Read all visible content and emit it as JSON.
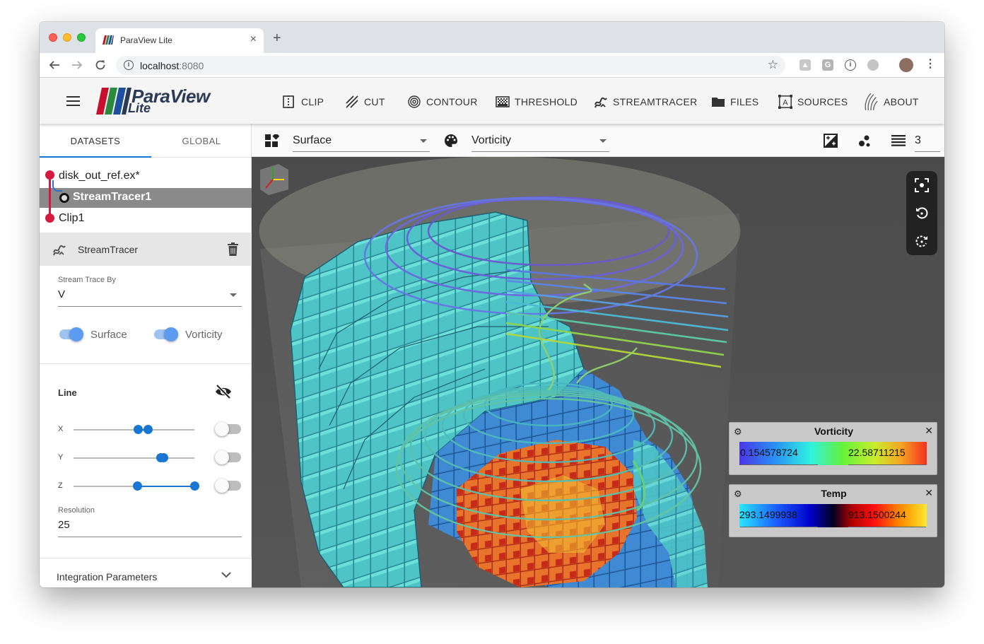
{
  "browser": {
    "tab_title": "ParaView Lite",
    "tab_close": "×",
    "new_tab": "+",
    "url_host": "localhost",
    "url_port": ":8080"
  },
  "app": {
    "logo_text": "ParaView",
    "logo_sub": "Lite",
    "tools": [
      {
        "label": "CLIP",
        "icon": "clip-icon"
      },
      {
        "label": "CUT",
        "icon": "cut-icon"
      },
      {
        "label": "CONTOUR",
        "icon": "contour-icon"
      },
      {
        "label": "THRESHOLD",
        "icon": "threshold-icon"
      },
      {
        "label": "STREAMTRACER",
        "icon": "streamtracer-icon"
      },
      {
        "label": "FILES",
        "icon": "folder-icon"
      },
      {
        "label": "SOURCES",
        "icon": "sources-icon"
      },
      {
        "label": "ABOUT",
        "icon": "paraview-icon"
      }
    ]
  },
  "panel": {
    "tabs": [
      "DATASETS",
      "GLOBAL"
    ],
    "pipeline": {
      "source": "disk_out_ref.ex*",
      "selected": "StreamTracer1",
      "clip": "Clip1"
    },
    "filter": {
      "title": "StreamTracer",
      "stream_trace_by_label": "Stream Trace By",
      "stream_trace_by_value": "V",
      "toggle_surface": "Surface",
      "toggle_vorticity": "Vorticity",
      "line_label": "Line",
      "axis_x": "X",
      "axis_y": "Y",
      "axis_z": "Z",
      "resolution_label": "Resolution",
      "resolution_value": "25",
      "integration_label": "Integration Parameters"
    }
  },
  "render": {
    "representation": "Surface",
    "color_by": "Vorticity",
    "layer_count": "3",
    "legends": [
      {
        "title": "Vorticity",
        "min": "0.154578724",
        "max": "22.58711215",
        "colors": [
          "#4b35e8",
          "#2a8cf6",
          "#2ff2e0",
          "#63f23a",
          "#c8ee2e",
          "#f5a623",
          "#f53020"
        ]
      },
      {
        "title": "Temp",
        "min": "293.1499938",
        "max": "913.1500244",
        "colors": [
          "#28e8ff",
          "#1b5dff",
          "#0000c8",
          "#000020",
          "#b00000",
          "#ff1010",
          "#ff8c00",
          "#ffe82e"
        ]
      }
    ]
  },
  "colors": {
    "accent": "#1976d2",
    "pipeline_red": "#d6193f",
    "viewport_bg": "#4a4a4a"
  }
}
